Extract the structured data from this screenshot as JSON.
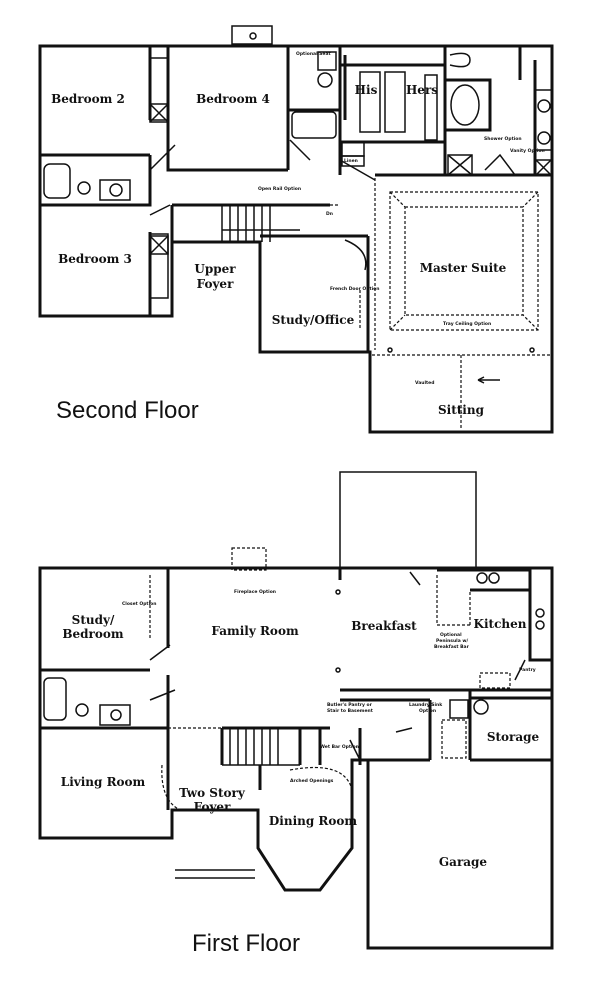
{
  "second_floor": {
    "title": "Second Floor",
    "rooms": {
      "bedroom2": "Bedroom 2",
      "bedroom4": "Bedroom 4",
      "bedroom3": "Bedroom 3",
      "upper_foyer_1": "Upper",
      "upper_foyer_2": "Foyer",
      "study_office": "Study/Office",
      "master_suite": "Master Suite",
      "sitting": "Sitting",
      "his": "His",
      "hers": "Hers"
    },
    "notes": {
      "optional_seat": "Optional Seat",
      "linen": "Linen",
      "shower_option": "Shower Option",
      "vanity_option": "Vanity Option",
      "open_rail": "Open Rail Option",
      "french_door": "French Door Option",
      "tray_ceiling": "Tray Ceiling Option",
      "vaulted": "Vaulted",
      "dn": "Dn"
    }
  },
  "first_floor": {
    "title": "First Floor",
    "rooms": {
      "study_1": "Study/",
      "study_2": "Bedroom",
      "family_room": "Family Room",
      "breakfast": "Breakfast",
      "kitchen": "Kitchen",
      "living_room": "Living Room",
      "foyer_1": "Two Story",
      "foyer_2": "Foyer",
      "dining_room": "Dining Room",
      "storage": "Storage",
      "garage": "Garage"
    },
    "notes": {
      "fireplace": "Fireplace Option",
      "closet_option": "Closet Option",
      "peninsula_1": "Optional",
      "peninsula_2": "Peninsula w/",
      "peninsula_3": "Breakfast Bar",
      "pantry": "Pantry",
      "butler_1": "Butler's Pantry or",
      "butler_2": "Stair to Basement",
      "laundry_1": "Laundry Sink",
      "laundry_2": "Option",
      "wet_bar": "Wet Bar Option",
      "arched": "Arched Openings"
    }
  }
}
